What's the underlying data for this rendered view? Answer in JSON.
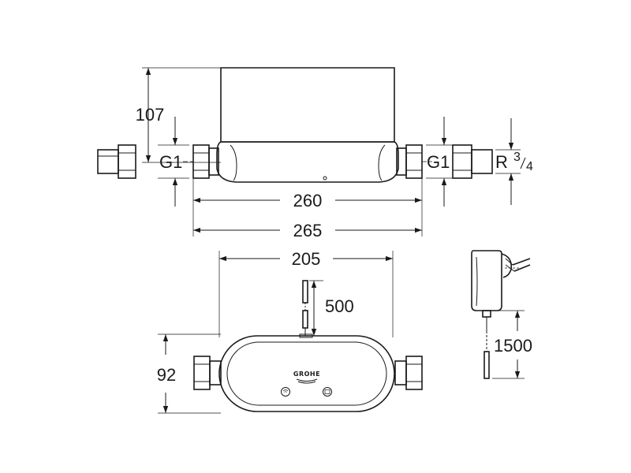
{
  "dimensions": {
    "height_top": "107",
    "thread_left": "G1",
    "thread_right": "G1",
    "thread_outlet_r": "R",
    "thread_outlet_num": "3",
    "thread_outlet_den": "4",
    "length_body": "260",
    "length_overall": "265",
    "width_body": "205",
    "cable_sensor": "500",
    "height_front": "92",
    "cable_power": "1500"
  },
  "labels": {
    "brand": "GROHE",
    "button_left": "",
    "button_right": ""
  }
}
